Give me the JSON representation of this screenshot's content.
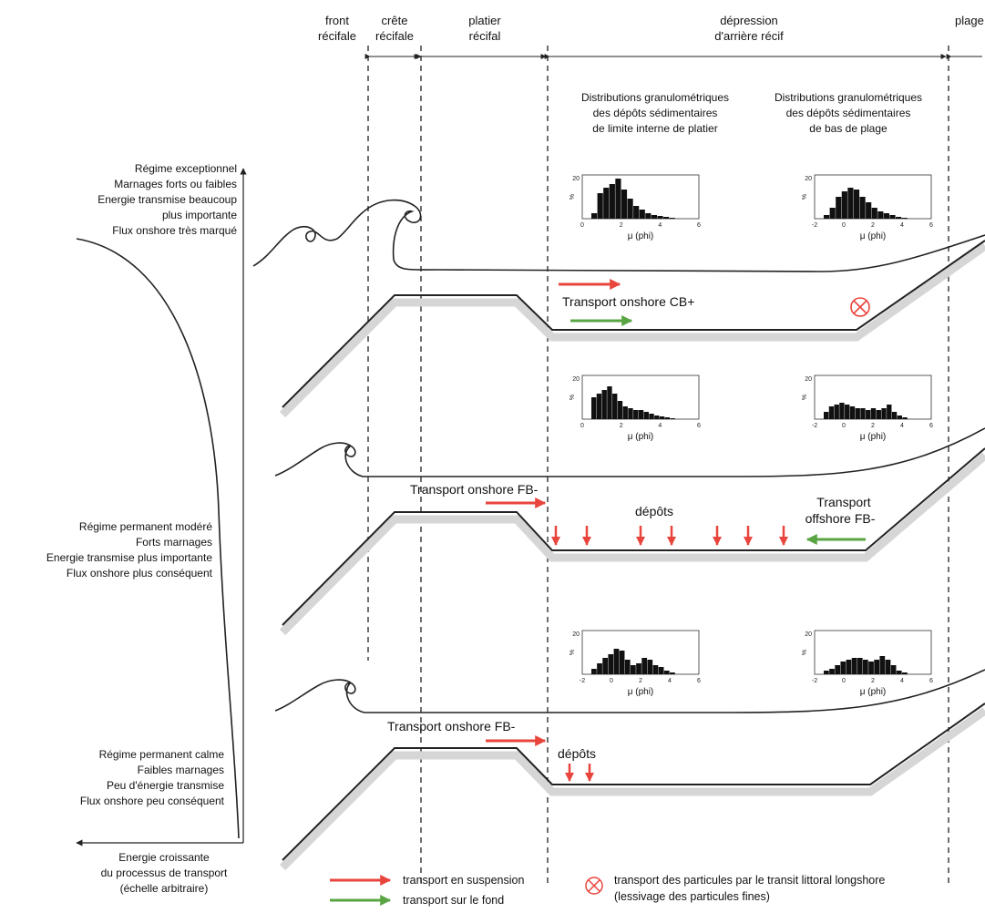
{
  "zones": {
    "front": [
      "front",
      "récifale"
    ],
    "crete": [
      "crête",
      "récifale"
    ],
    "platier": [
      "platier",
      "récifal"
    ],
    "depression": [
      "dépression",
      "d'arrière récif"
    ],
    "plage": "plage"
  },
  "dist_titles": {
    "inner": [
      "Distributions granulométriques",
      "des dépôts sédimentaires",
      "de limite interne de platier"
    ],
    "beach": [
      "Distributions granulométriques",
      "des dépôts sédimentaires",
      "de bas de plage"
    ]
  },
  "regimes": {
    "exceptionnel": [
      "Régime exceptionnel",
      "Marnages forts ou faibles",
      "Energie transmise beaucoup",
      "plus importante",
      "Flux onshore très marqué"
    ],
    "modere": [
      "Régime permanent modéré",
      "Forts marnages",
      "Energie transmise plus importante",
      "Flux onshore plus conséquent"
    ],
    "calme": [
      "Régime permanent calme",
      "Faibles marnages",
      "Peu d'énergie transmise",
      "Flux onshore peu conséquent"
    ]
  },
  "axis_label": [
    "Energie croissante",
    "du processus de transport",
    "(échelle arbitraire)"
  ],
  "annotations": {
    "p1_transport": "Transport onshore CB+",
    "p2_transport": "Transport onshore FB-",
    "p2_depots": "dépôts",
    "p2_offshore": [
      "Transport",
      "offshore FB-"
    ],
    "p3_transport": "Transport onshore FB-",
    "p3_depots": "dépôts"
  },
  "hist_xlabel": "μ (phi)",
  "hist_ylabel": "%",
  "hist_ytick": "20",
  "hist_xticks": [
    "0",
    "2",
    "4",
    "6"
  ],
  "hist_xticks_alt": [
    "-2",
    "0",
    "2",
    "4",
    "6"
  ],
  "histograms": [
    {
      "id": "h1",
      "values": [
        3,
        14,
        17,
        19,
        22,
        16,
        11,
        7,
        5,
        3,
        2,
        1.5,
        1,
        0.5
      ]
    },
    {
      "id": "h2",
      "values": [
        2,
        6,
        12,
        15,
        17,
        16,
        12,
        9,
        6,
        4,
        3,
        2,
        1,
        0.5
      ]
    },
    {
      "id": "h3",
      "values": [
        12,
        14,
        16,
        18,
        14,
        10,
        7,
        6,
        5,
        5,
        4,
        3,
        2,
        1.5,
        1,
        0.5
      ]
    },
    {
      "id": "h4",
      "values": [
        4,
        7,
        8,
        9,
        8,
        7,
        6,
        6,
        5,
        6,
        5,
        6,
        8,
        4,
        2,
        1
      ]
    },
    {
      "id": "h5",
      "values": [
        3,
        6,
        9,
        11,
        14,
        13,
        8,
        5,
        6,
        9,
        8,
        5,
        4,
        2,
        1
      ]
    },
    {
      "id": "h6",
      "values": [
        2,
        3,
        5,
        7,
        8,
        9,
        9,
        8,
        7,
        8,
        10,
        8,
        5,
        2,
        1
      ]
    }
  ],
  "legend": {
    "suspension": "transport en suspension",
    "fond": "transport sur le fond",
    "longshore": [
      "transport des particules par le transit littoral longshore",
      "(lessivage des particules fines)"
    ]
  },
  "colors": {
    "suspension": "#e8453c",
    "fond": "#5aa543",
    "shadow": "#d6d6d6"
  }
}
